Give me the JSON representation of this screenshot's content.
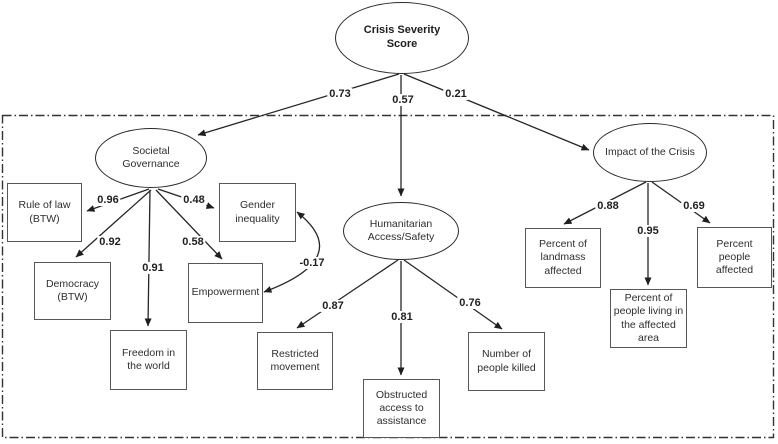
{
  "diagram": {
    "nodes": {
      "crisis_severity": "Crisis Severity Score",
      "societal_governance": "Societal Governance",
      "humanitarian_access": "Humanitarian Access/Safety",
      "impact_crisis": "Impact of the Crisis",
      "rule_of_law": "Rule of law (BTW)",
      "democracy": "Democracy (BTW)",
      "freedom_world": "Freedom in the world",
      "gender_inequality": "Gender inequality",
      "empowerment": "Empowerment",
      "restricted_movement": "Restricted movement",
      "obstructed_access": "Obstructed access to assistance",
      "people_killed": "Number of people killed",
      "landmass_affected": "Percent of landmass affected",
      "people_living_affected": "Percent of people living in the affected area",
      "people_affected": "Percent people affected"
    },
    "coefficients": {
      "crisis_to_governance": "0.73",
      "crisis_to_humanitarian": "0.57",
      "crisis_to_impact": "0.21",
      "governance_to_rule_of_law": "0.96",
      "governance_to_gender": "0.48",
      "governance_to_democracy": "0.92",
      "governance_to_empowerment": "0.58",
      "governance_to_freedom": "0.91",
      "gender_empowerment_covariance": "-0.17",
      "humanitarian_to_restricted": "0.87",
      "humanitarian_to_obstructed": "0.81",
      "humanitarian_to_killed": "0.76",
      "impact_to_landmass": "0.88",
      "impact_to_living": "0.95",
      "impact_to_affected": "0.69"
    }
  }
}
